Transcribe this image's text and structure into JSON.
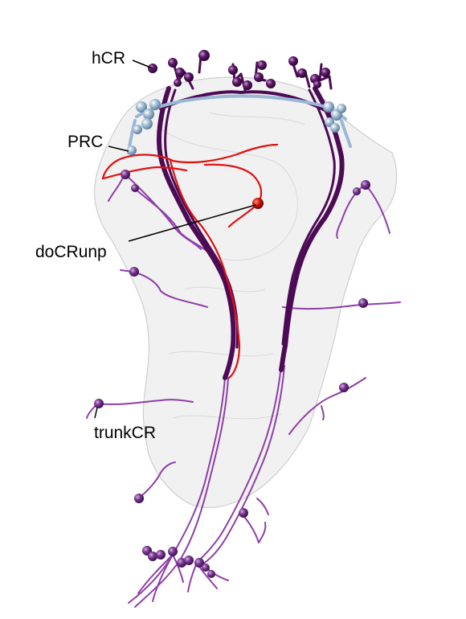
{
  "labels": {
    "hcr": "hCR",
    "prc": "PRC",
    "docrunp": "doCRunp",
    "trunkcr": "trunkCR"
  },
  "colors": {
    "background": "#ffffff",
    "body_fill": "#e6e6e6",
    "hcr": "#4d0a55",
    "prc": "#9ab8d6",
    "docrunp": "#e01010",
    "trunkcr": "#8e3fa8",
    "label_text": "#000000",
    "leader_line": "#000000"
  }
}
